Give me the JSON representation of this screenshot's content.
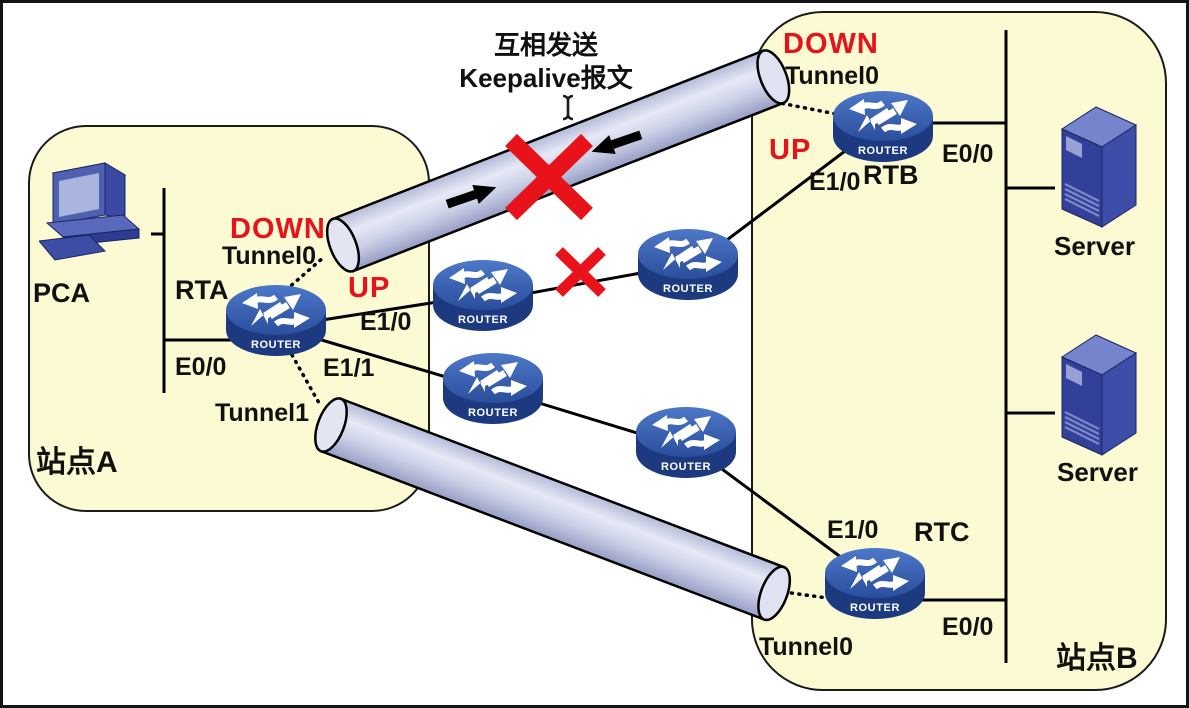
{
  "annotation": {
    "line1": "互相发送",
    "line2": "Keepalive报文"
  },
  "router_label": "ROUTER",
  "site_a": {
    "name": "站点A",
    "pca_label": "PCA",
    "rta_label": "RTA",
    "e00_label": "E0/0",
    "tunnel0_status": "DOWN",
    "tunnel0_label": "Tunnel0",
    "e10_status": "UP",
    "e10_label": "E1/0",
    "e11_label": "E1/1",
    "tunnel1_label": "Tunnel1"
  },
  "site_b": {
    "name": "站点B",
    "rtb_tunnel0_status": "DOWN",
    "rtb_tunnel0_label": "Tunnel0",
    "rtb_label": "RTB",
    "rtb_e10_status": "UP",
    "rtb_e10_label": "E1/0",
    "rtb_e00_label": "E0/0",
    "server1_label": "Server",
    "server2_label": "Server",
    "rtc_label": "RTC",
    "rtc_e10_label": "E1/0",
    "rtc_e00_label": "E0/0",
    "rtc_tunnel0_label": "Tunnel0"
  },
  "colors": {
    "status_red": "#e8121a",
    "site_fill": "#fbfad2",
    "tube_fill": "#ccd1e8",
    "router_blue": "#2e54a0",
    "node_navy": "#33409a"
  }
}
